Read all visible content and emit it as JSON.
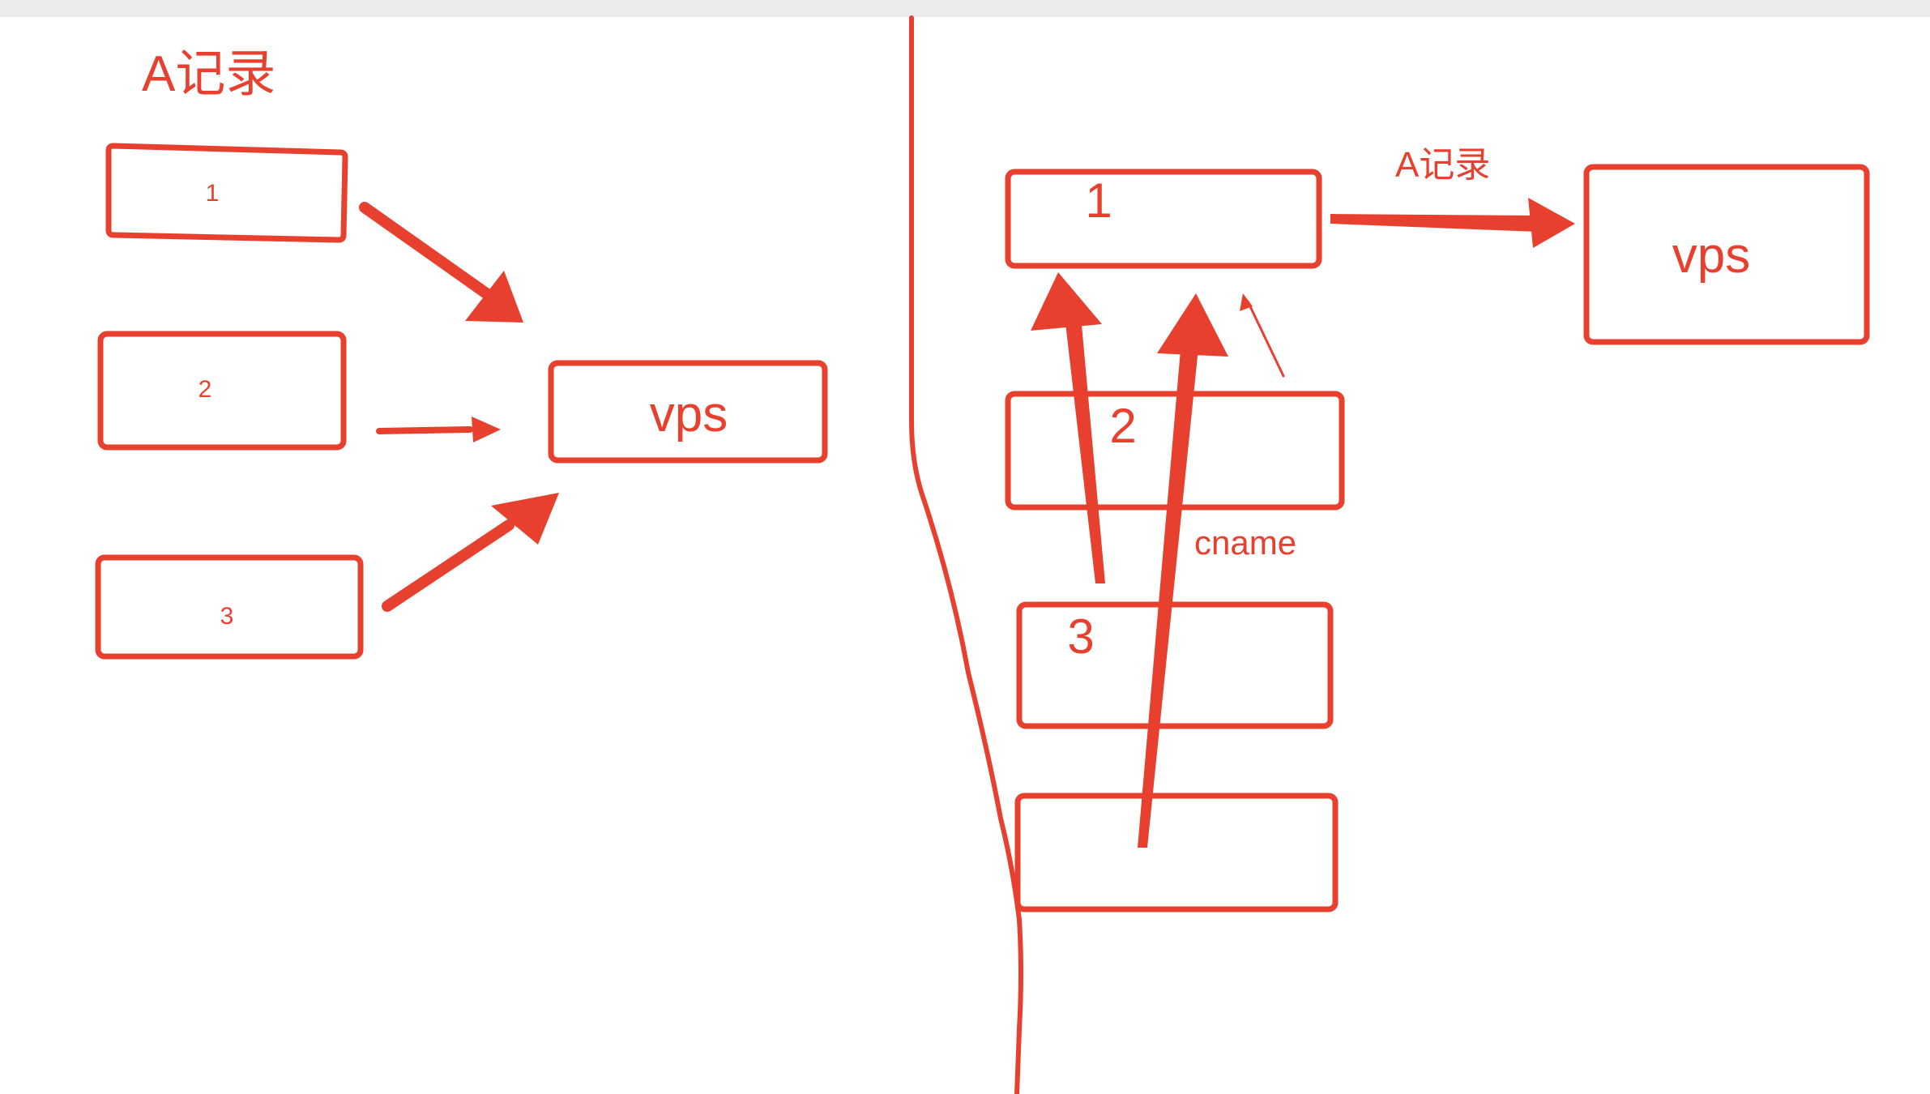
{
  "stroke_color": "#e8402f",
  "text_color": "#e8402f",
  "background_color": "#ffffff",
  "top_bar_color": "#ebebeb",
  "left_diagram": {
    "title": "A记录",
    "sources": [
      {
        "label": "1"
      },
      {
        "label": "2"
      },
      {
        "label": "3"
      }
    ],
    "target": {
      "label": "vps"
    }
  },
  "right_diagram": {
    "edge_label_a_record": "A记录",
    "edge_label_cname": "cname",
    "nodes": [
      {
        "label": "1"
      },
      {
        "label": "2"
      },
      {
        "label": "3"
      },
      {
        "label": ""
      }
    ],
    "target": {
      "label": "vps"
    }
  }
}
